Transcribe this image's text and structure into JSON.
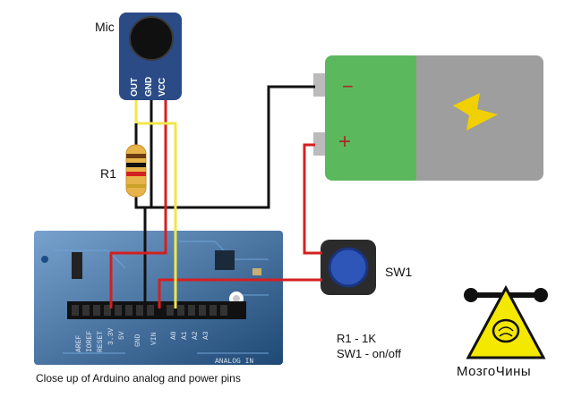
{
  "labels": {
    "mic": "Mic",
    "r1": "R1",
    "sw1": "SW1",
    "note_r1": "R1 - 1K",
    "note_sw1": "SW1 - on/off",
    "caption": "Close up of Arduino analog and power pins",
    "brand": "МозгоЧины"
  },
  "mic_pins": [
    "OUT",
    "GND",
    "VCC"
  ],
  "battery": {
    "minus": "−",
    "plus": "+"
  },
  "arduino_header": [
    "AREF",
    "IOREF",
    "RESET",
    "3.3V",
    "5V",
    "GND",
    "VIN",
    "A0",
    "A1",
    "A2",
    "A3",
    "ANALOG IN"
  ],
  "colors": {
    "wire_black": "#111111",
    "wire_red": "#d42020",
    "wire_yellow": "#f2e64a",
    "battery_green": "#5cb85c",
    "battery_gray": "#9e9e9e",
    "bolt": "#f0d000",
    "board_blue": "#2f6fb4",
    "mic_body": "#2a4b86",
    "logo_yellow": "#f5e800"
  }
}
